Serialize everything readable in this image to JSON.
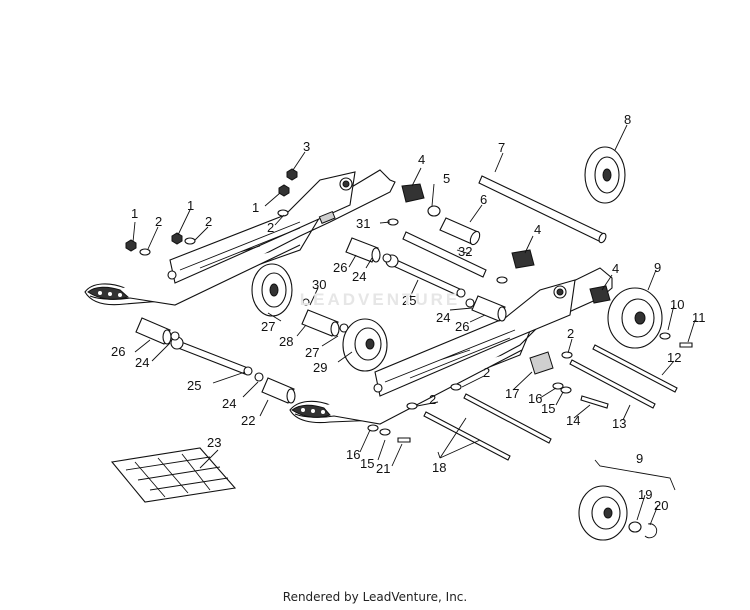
{
  "callouts": [
    {
      "id": "c1",
      "text": "1"
    },
    {
      "id": "c2",
      "text": "2"
    },
    {
      "id": "c3",
      "text": "1"
    },
    {
      "id": "c4",
      "text": "2"
    },
    {
      "id": "c5",
      "text": "3"
    },
    {
      "id": "c6",
      "text": "1"
    },
    {
      "id": "c7",
      "text": "2"
    },
    {
      "id": "c8",
      "text": "4"
    },
    {
      "id": "c9",
      "text": "5"
    },
    {
      "id": "c10",
      "text": "6"
    },
    {
      "id": "c11",
      "text": "7"
    },
    {
      "id": "c12",
      "text": "8"
    },
    {
      "id": "c13",
      "text": "31"
    },
    {
      "id": "c14",
      "text": "32"
    },
    {
      "id": "c15",
      "text": "4"
    },
    {
      "id": "c16",
      "text": "26"
    },
    {
      "id": "c17",
      "text": "24"
    },
    {
      "id": "c18",
      "text": "30"
    },
    {
      "id": "c19",
      "text": "25"
    },
    {
      "id": "c20",
      "text": "27"
    },
    {
      "id": "c21",
      "text": "28"
    },
    {
      "id": "c22",
      "text": "24"
    },
    {
      "id": "c23",
      "text": "26"
    },
    {
      "id": "c24",
      "text": "4"
    },
    {
      "id": "c25",
      "text": "9"
    },
    {
      "id": "c26",
      "text": "10"
    },
    {
      "id": "c27",
      "text": "11"
    },
    {
      "id": "c28",
      "text": "26"
    },
    {
      "id": "c29",
      "text": "24"
    },
    {
      "id": "c30",
      "text": "27"
    },
    {
      "id": "c31",
      "text": "29"
    },
    {
      "id": "c32",
      "text": "2"
    },
    {
      "id": "c33",
      "text": "12"
    },
    {
      "id": "c34",
      "text": "25"
    },
    {
      "id": "c35",
      "text": "2"
    },
    {
      "id": "c36",
      "text": "17"
    },
    {
      "id": "c37",
      "text": "16"
    },
    {
      "id": "c38",
      "text": "15"
    },
    {
      "id": "c39",
      "text": "14"
    },
    {
      "id": "c40",
      "text": "13"
    },
    {
      "id": "c41",
      "text": "24"
    },
    {
      "id": "c42",
      "text": "22"
    },
    {
      "id": "c43",
      "text": "2"
    },
    {
      "id": "c44",
      "text": "23"
    },
    {
      "id": "c45",
      "text": "16"
    },
    {
      "id": "c46",
      "text": "15"
    },
    {
      "id": "c47",
      "text": "21"
    },
    {
      "id": "c48",
      "text": "18"
    },
    {
      "id": "c49",
      "text": "9"
    },
    {
      "id": "c50",
      "text": "19"
    },
    {
      "id": "c51",
      "text": "20"
    }
  ],
  "watermark": "LEADVENTURE",
  "footer": "Rendered by LeadVenture, Inc."
}
